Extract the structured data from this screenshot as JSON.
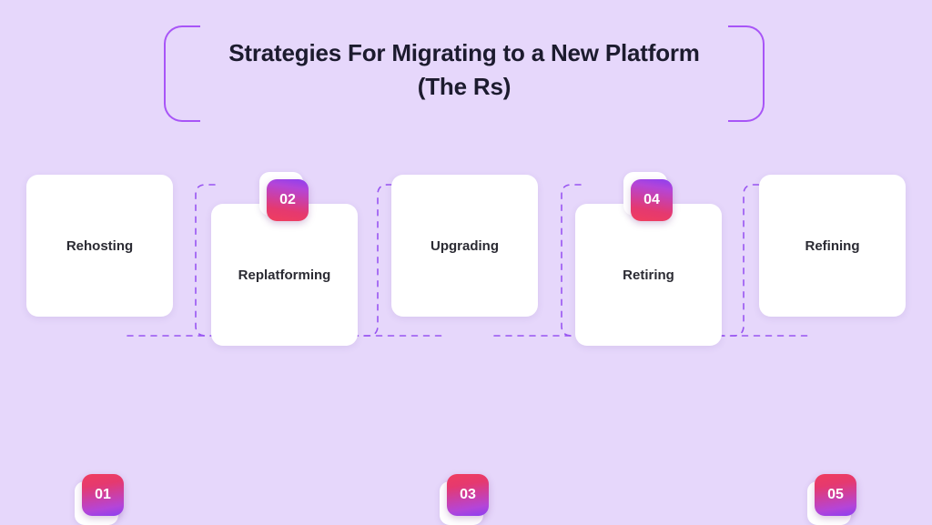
{
  "page": {
    "background_color": "#e6d7fb",
    "accent_purple": "#a855f7",
    "badge_pink": "#f03e5e",
    "badge_purple": "#8b3ff0"
  },
  "header": {
    "title": "Strategies For Migrating to a New Platform (The Rs)",
    "title_line_1": "Strategies For Migrating to a New Platform",
    "title_line_2": "(The Rs)"
  },
  "steps": [
    {
      "number": "01",
      "label": "Rehosting",
      "position": "high"
    },
    {
      "number": "02",
      "label": "Replatforming",
      "position": "low"
    },
    {
      "number": "03",
      "label": "Upgrading",
      "position": "high"
    },
    {
      "number": "04",
      "label": "Retiring",
      "position": "low"
    },
    {
      "number": "05",
      "label": "Refining",
      "position": "high"
    }
  ]
}
